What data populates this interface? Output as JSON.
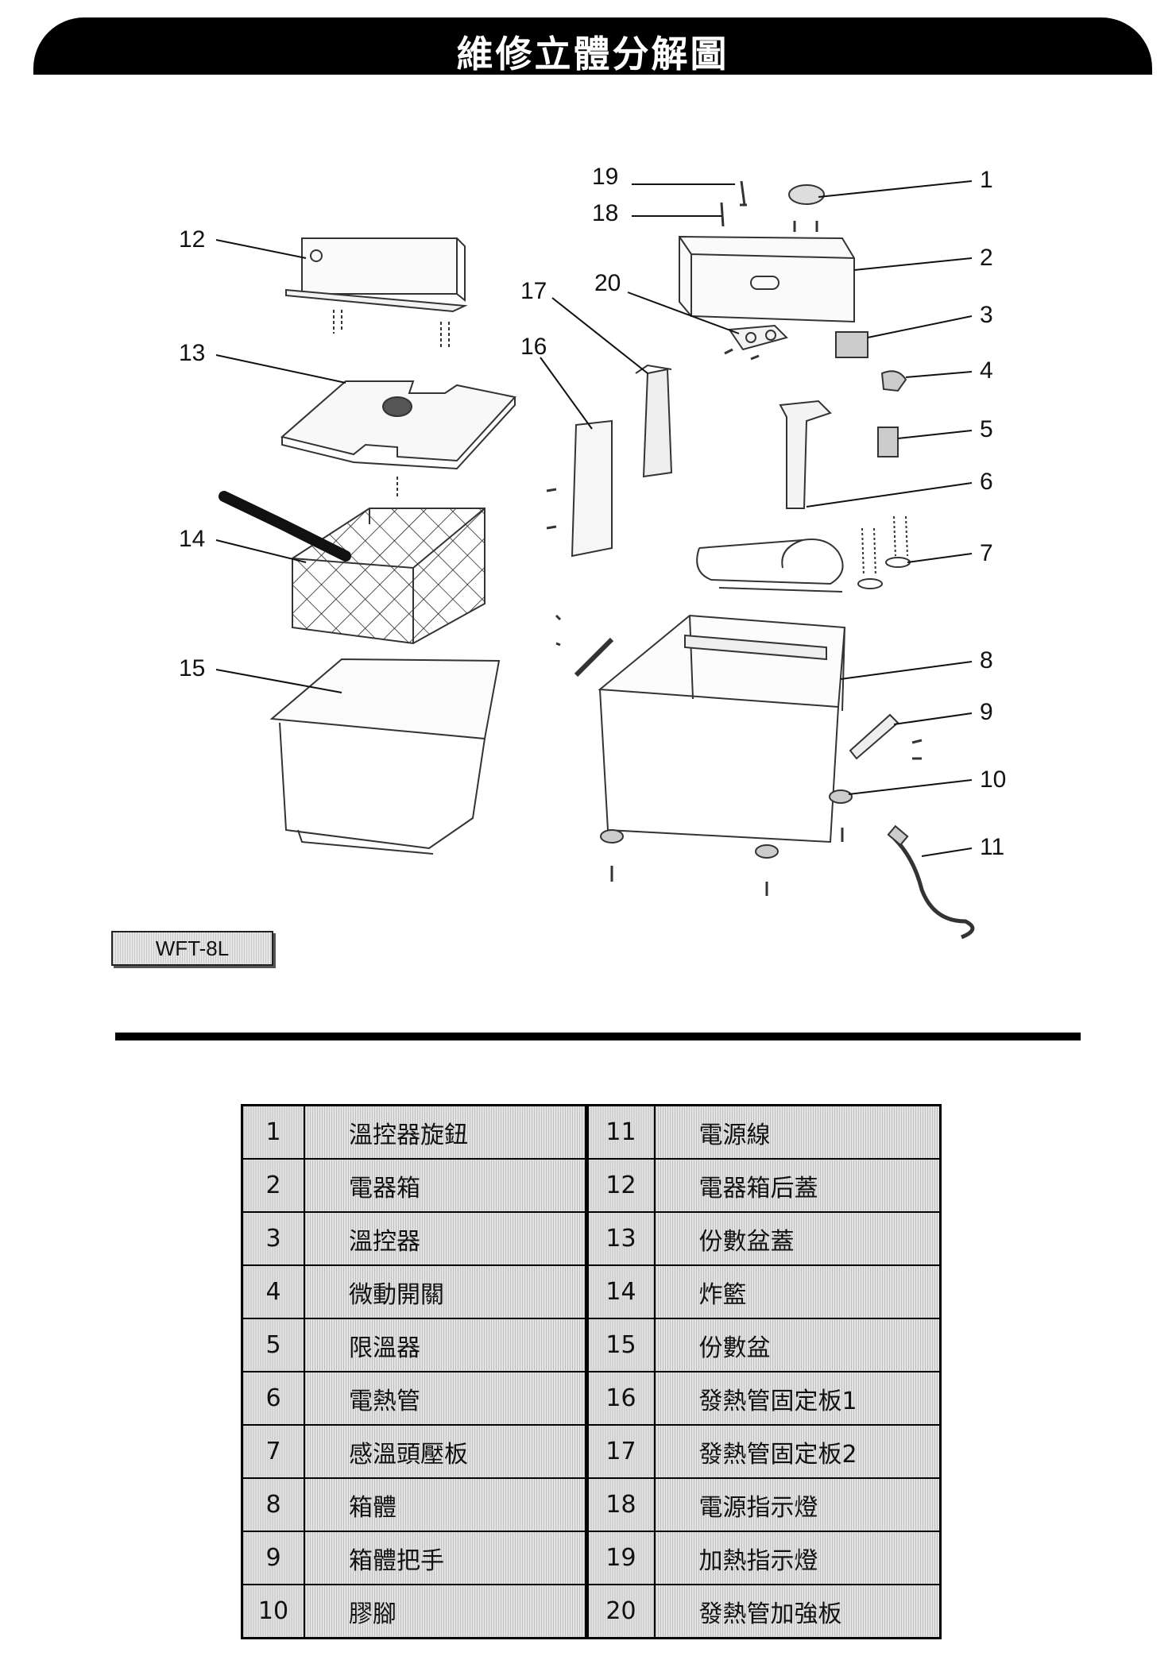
{
  "header": {
    "title": "維修立體分解圖"
  },
  "diagram": {
    "callouts": [
      "1",
      "2",
      "3",
      "4",
      "5",
      "6",
      "7",
      "8",
      "9",
      "10",
      "11",
      "12",
      "13",
      "14",
      "15",
      "16",
      "17",
      "18",
      "19",
      "20"
    ]
  },
  "model": "WFT-8L",
  "parts": [
    {
      "no": "1",
      "name": "溫控器旋鈕"
    },
    {
      "no": "2",
      "name": "電器箱"
    },
    {
      "no": "3",
      "name": "溫控器"
    },
    {
      "no": "4",
      "name": "微動開關"
    },
    {
      "no": "5",
      "name": "限溫器"
    },
    {
      "no": "6",
      "name": "電熱管"
    },
    {
      "no": "7",
      "name": "感溫頭壓板"
    },
    {
      "no": "8",
      "name": "箱體"
    },
    {
      "no": "9",
      "name": "箱體把手"
    },
    {
      "no": "10",
      "name": "膠腳"
    },
    {
      "no": "11",
      "name": "電源線"
    },
    {
      "no": "12",
      "name": "電器箱后蓋"
    },
    {
      "no": "13",
      "name": "份數盆蓋"
    },
    {
      "no": "14",
      "name": "炸籃"
    },
    {
      "no": "15",
      "name": "份數盆"
    },
    {
      "no": "16",
      "name": "發熱管固定板1"
    },
    {
      "no": "17",
      "name": "發熱管固定板2"
    },
    {
      "no": "18",
      "name": "電源指示燈"
    },
    {
      "no": "19",
      "name": "加熱指示燈"
    },
    {
      "no": "20",
      "name": "發熱管加強板"
    }
  ]
}
